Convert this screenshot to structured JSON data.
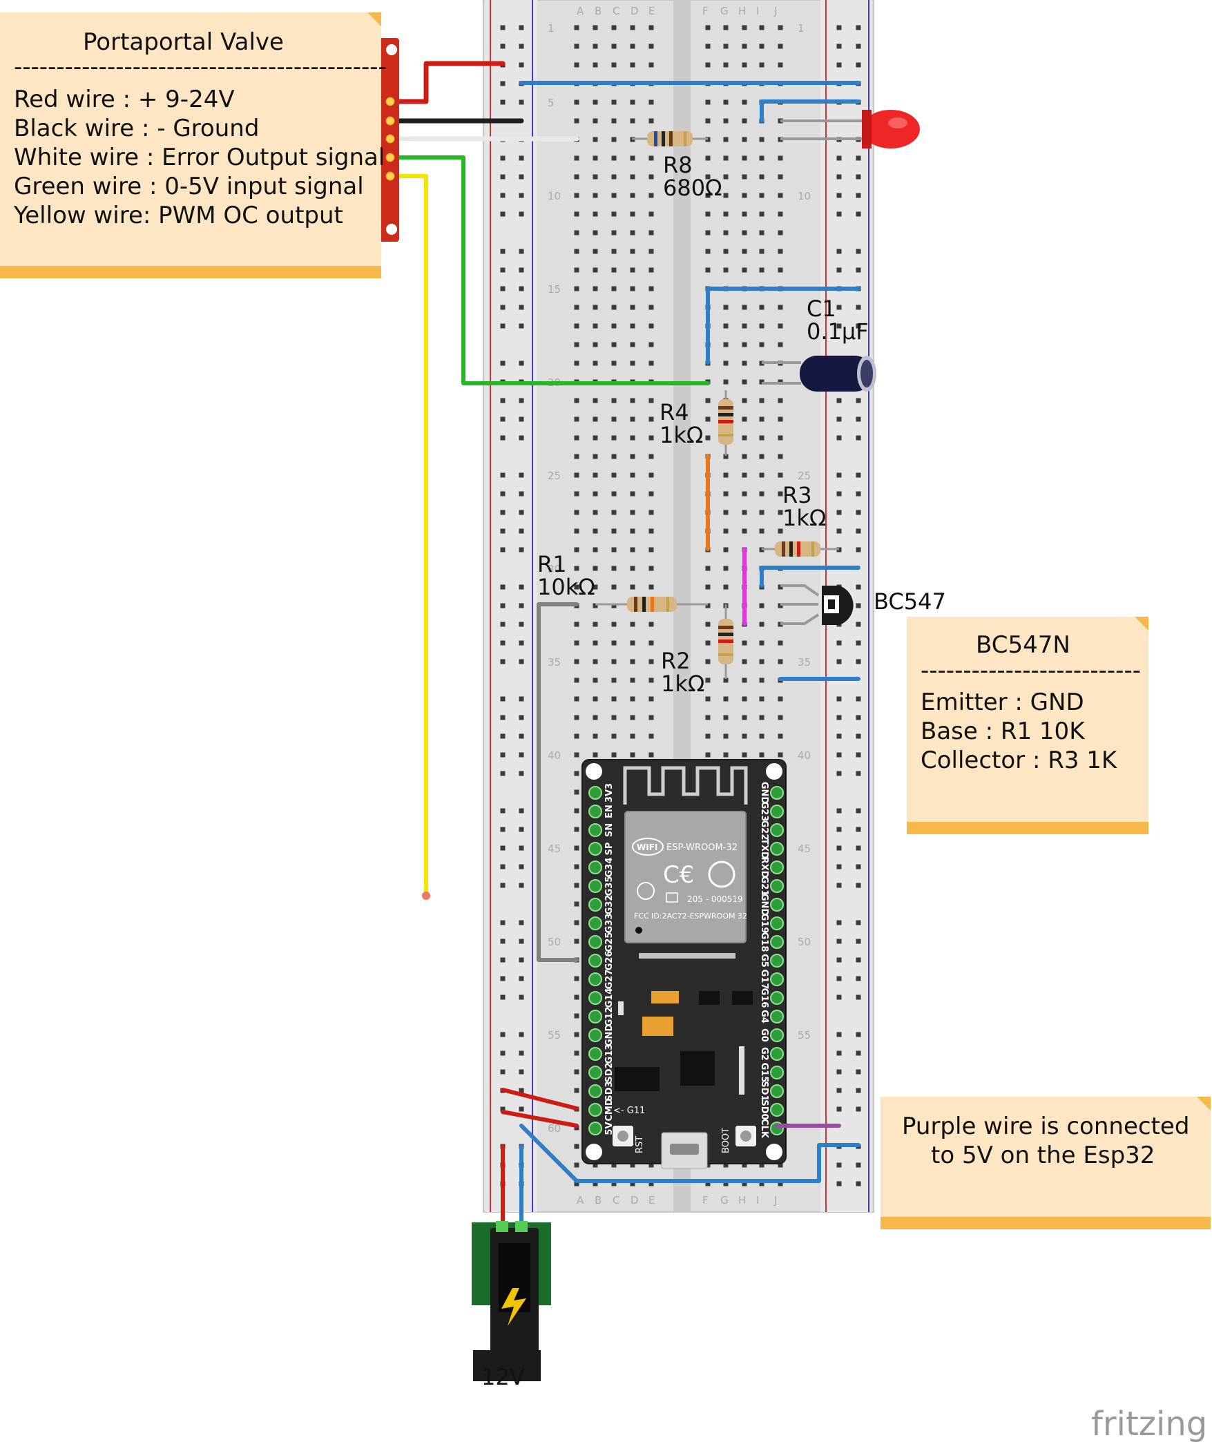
{
  "notes": {
    "valve": {
      "title": "Portaportal Valve",
      "rule": "--------------------------------------------",
      "lines": [
        "Red wire      : + 9-24V",
        "Black wire  : -  Ground",
        "White wire : Error Output signal",
        "Green wire : 0-5V input signal",
        "Yellow wire: PWM OC output"
      ]
    },
    "transistor": {
      "title": "BC547N",
      "rule": "--------------------------",
      "lines": [
        "Emitter    :       GND",
        "Base         :  R1 10K",
        "Collector :  R3    1K"
      ]
    },
    "purple": {
      "lines": [
        "Purple wire is connected",
        "to 5V on the Esp32"
      ]
    }
  },
  "components": {
    "r8": {
      "name": "R8",
      "value": "680Ω"
    },
    "c1": {
      "name": "C1",
      "value": "0.1µF"
    },
    "r4": {
      "name": "R4",
      "value": "1kΩ"
    },
    "r3": {
      "name": "R3",
      "value": "1kΩ"
    },
    "r1": {
      "name": "R1",
      "value": "10kΩ"
    },
    "r2": {
      "name": "R2",
      "value": "1kΩ"
    },
    "q1": {
      "name": "BC547"
    },
    "power": {
      "name": "12V"
    }
  },
  "breadboard": {
    "letters_left": [
      "A",
      "B",
      "C",
      "D",
      "E"
    ],
    "letters_right": [
      "F",
      "G",
      "H",
      "I",
      "J"
    ],
    "row_numbers": [
      "1",
      "5",
      "10",
      "15",
      "20",
      "25",
      "30",
      "35",
      "40",
      "45",
      "50",
      "55",
      "60"
    ]
  },
  "esp32": {
    "module": "ESP-WROOM-32",
    "fcc": "FCC ID:2AC72-ESPWROOM 32",
    "cert": "205 - 000519",
    "wifi": "WIFI",
    "rst": "RST",
    "boot": "BOOT",
    "g11": "<- G11",
    "left_pins": [
      "3V3",
      "EN",
      "SN",
      "SP",
      "G34",
      "G35",
      "G32",
      "G33",
      "G25",
      "G26",
      "G27",
      "G14",
      "G12",
      "GND",
      "G13",
      "SD2",
      "SD3",
      "CMD",
      "5V"
    ],
    "right_pins": [
      "GND",
      "G23",
      "G22",
      "TXD",
      "RXD",
      "G21",
      "GND",
      "G19",
      "G18",
      "G5",
      "G17",
      "G16",
      "G4",
      "G0",
      "G2",
      "G15",
      "SD1",
      "SD0",
      "CLK"
    ]
  },
  "watermark": "fritzing",
  "colors": {
    "red_wire": "#cc1c14",
    "black_wire": "#1f1f1f",
    "white_wire": "#e8e8e8",
    "green_wire": "#25b825",
    "yellow_wire": "#f2e600",
    "blue_wire": "#2f7fc8",
    "orange_wire": "#e8761a",
    "magenta_wire": "#e832e0",
    "gray_wire": "#808080",
    "purple_wire": "#9b4ba6",
    "note_bg": "#fde6c4",
    "note_bar": "#f7b84a"
  }
}
